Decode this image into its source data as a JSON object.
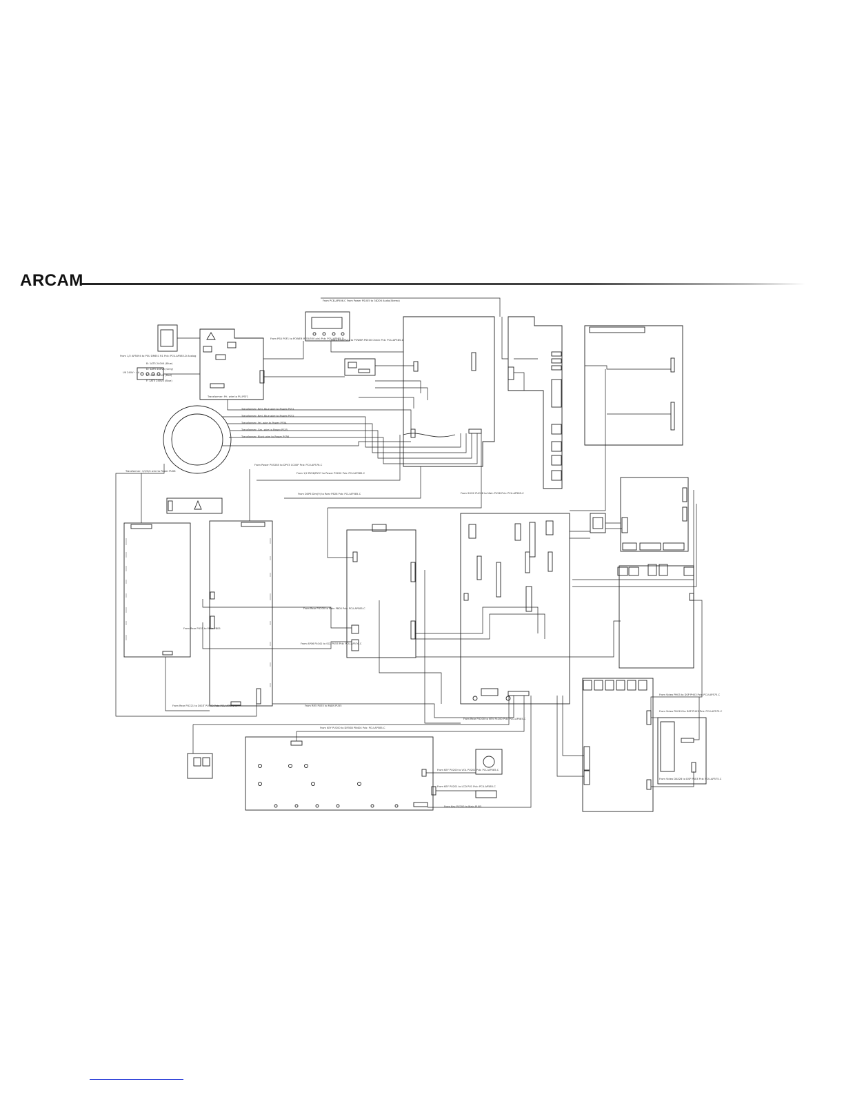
{
  "brand": {
    "logo_text": "ARCAM"
  },
  "diagram": {
    "line_color": "#222222",
    "link_color": "#2b3fd8",
    "wire_labels": [
      "From PCB-AP506-C  From Power PSU05 to 38206 Audio(Stereo)",
      "From PSU PSF1 to POWER MOD(550 pin)  Pcb: PCU-AP585-D",
      "From PSU PSC2 to POWER PS500 Check  Pcb: PCU-AP585-D",
      "From 1/2 AP5094 to PSU DR651 R1  Pcb: PCU-AP585-D Analog",
      "Transformer: Pri. wire to PU-PSF1",
      "Transformer: Red, Blue wire to Power PS51",
      "Transformer: Red, Blue wire to Power PS52",
      "Transformer: Yel, wire to Power PS54",
      "Transformer: Grn, wire to Power PS55",
      "Transformer: Black wire to Power PS56",
      "Transformer: 1/2/3/4 wire to Power PU08",
      "From Power PU5285 to DPV3 CC00P  Pcb: PCU-AP576-C",
      "From 1/2 RY06/RY07 to Power PS200  Pcb: PCU-AP585-C",
      "From DSP6 Dim(9) to Rear PB28  Pcb: PCU-AP585-C",
      "From Rear PU55 to Main PB05",
      "From Rear PU200 to Main PB05  Pcb: PCU-AP585-C",
      "From AP06 PL041 to SCL PU55  Pcb: PCU-AP576-C",
      "From Rear PU221 to DIGIT PU700  Pcb: PCU-AP576-C",
      "From RR5 PU55 to MAIN PU55",
      "From SUO2 PUC08 to Main PU28  Pcb: PCU-AP585-C",
      "From Video PH03 to DSP PH03  Pcb: PCU-AP575-C",
      "From Video PH01M to DSP PH03  Pcb: PCU-AP575-C",
      "From Video DA528 to DSP PA03  Pcb: PCU-AP575-C",
      "From Rear PU200 to NTV PLC00  Pcb: PCU-AP585-C",
      "From KEY PU200 to DR5SB PN404  Pcb: PCU-AP585-C",
      "From KEY PU200 to VOL PU201  Pcb: PCU-AP585-C",
      "From KEY PU201 to LCD PU1  Pcb: PCU-AP585-C",
      "From Key PU200 to Main PU05",
      "UK 240V~ 4A",
      "B: 1AT5 240V4 (Blue)",
      "D: 1AT5 240V4 (Grey)",
      "E: 1AT5 240V4 (Red)",
      "F: 1AT5 240V4 (Blue)"
    ]
  }
}
